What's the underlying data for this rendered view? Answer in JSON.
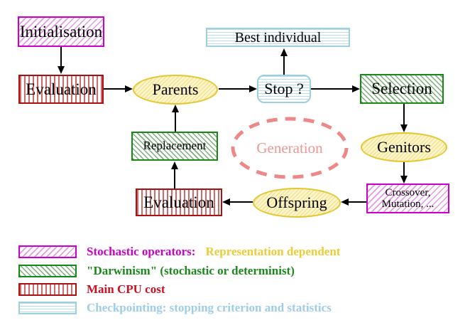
{
  "nodes": {
    "initialisation": "Initialisation",
    "evaluation_top": "Evaluation",
    "parents": "Parents",
    "best_individual": "Best individual",
    "stop": "Stop ?",
    "selection": "Selection",
    "genitors": "Genitors",
    "crossover_line1": "Crossover,",
    "crossover_line2": "Mutation, ...",
    "offspring": "Offspring",
    "evaluation_bottom": "Evaluation",
    "replacement": "Replacement",
    "generation": "Generation"
  },
  "legend": {
    "stochastic_operators": "Stochastic operators:",
    "representation_dependent": "Representation dependent",
    "darwinism": "\"Darwinism\" (stochastic or determinist)",
    "main_cpu_cost": "Main CPU cost",
    "checkpointing": "Checkpointing: stopping criterion and statistics"
  },
  "colors": {
    "stochastic_magenta": "#cc00cc",
    "darwinism_green": "#178717",
    "cpu_cost_red": "#aa1111",
    "checkpointing_blue": "#9ccfe0",
    "operator_yellow_border": "#e3c72e",
    "generation_salmon": "#ee8888",
    "representation_text_yellow": "#eecc33",
    "cpu_text_red": "#cc1122",
    "checkpointing_text_blue": "#9fcde8"
  }
}
